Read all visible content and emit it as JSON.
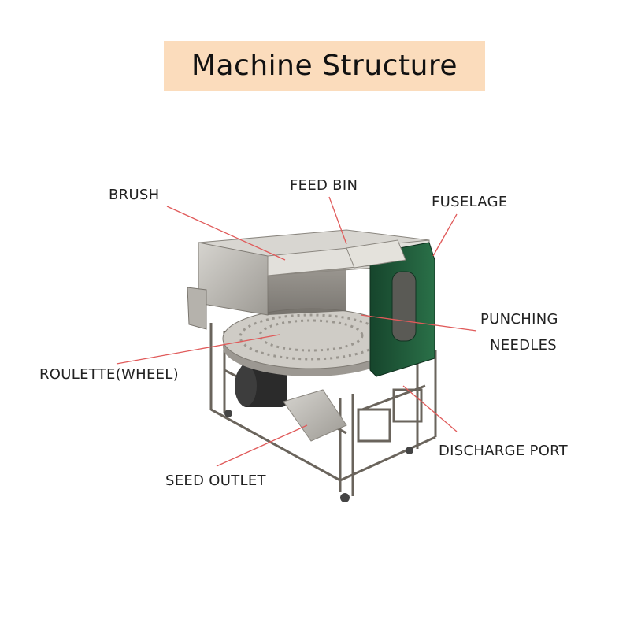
{
  "title": "Machine Structure",
  "labels": {
    "brush": "BRUSH",
    "feed_bin": "FEED BIN",
    "fuselage": "FUSELAGE",
    "punching_line1": "PUNCHING",
    "punching_line2": "NEEDLES",
    "roulette": "ROULETTE(WHEEL)",
    "discharge_port": "DISCHARGE PORT",
    "seed_outlet": "SEED OUTLET"
  },
  "colors": {
    "title_bg": "#fbdcbc",
    "leader_line": "#e05a5a",
    "fuselage_green": "#1f5a3a",
    "steel": "#b9b6b0"
  }
}
